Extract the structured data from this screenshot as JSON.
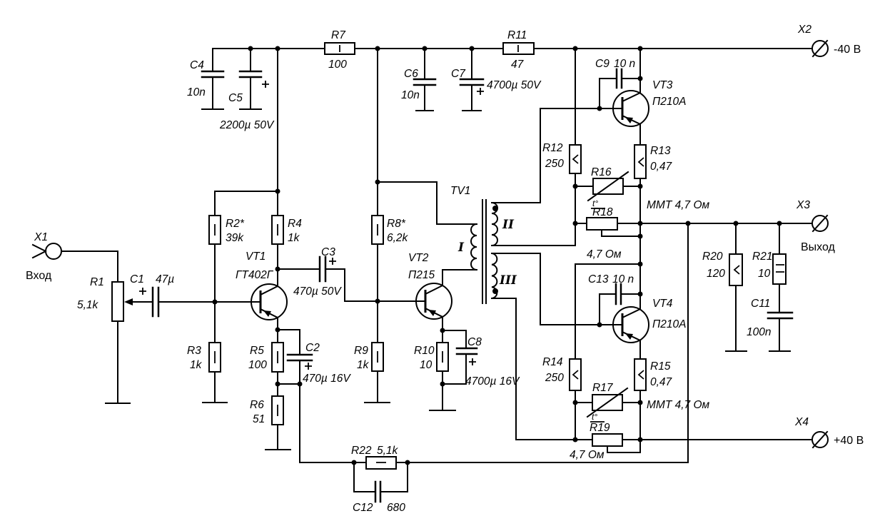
{
  "schematic": {
    "terminals": {
      "X1": {
        "ref": "X1",
        "label": "Вход"
      },
      "X2": {
        "ref": "X2",
        "label": "-40 В"
      },
      "X3": {
        "ref": "X3",
        "label": "Выход"
      },
      "X4": {
        "ref": "X4",
        "label": "+40 В"
      }
    },
    "transistors": {
      "VT1": {
        "ref": "VT1",
        "type": "ГТ402Г"
      },
      "VT2": {
        "ref": "VT2",
        "type": "П215"
      },
      "VT3": {
        "ref": "VT3",
        "type": "П210А"
      },
      "VT4": {
        "ref": "VT4",
        "type": "П210А"
      }
    },
    "transformer": {
      "ref": "TV1",
      "winding_primary": "I",
      "winding_upper": "II",
      "winding_lower": "III"
    },
    "resistors": {
      "R1": {
        "ref": "R1",
        "value": "5,1k"
      },
      "R2": {
        "ref": "R2*",
        "value": "39k"
      },
      "R3": {
        "ref": "R3",
        "value": "1k"
      },
      "R4": {
        "ref": "R4",
        "value": "1k"
      },
      "R5": {
        "ref": "R5",
        "value": "100"
      },
      "R6": {
        "ref": "R6",
        "value": "51"
      },
      "R7": {
        "ref": "R7",
        "value": "100"
      },
      "R8": {
        "ref": "R8*",
        "value": "6,2k"
      },
      "R9": {
        "ref": "R9",
        "value": "1k"
      },
      "R10": {
        "ref": "R10",
        "value": "10"
      },
      "R11": {
        "ref": "R11",
        "value": "47"
      },
      "R12": {
        "ref": "R12",
        "value": "250"
      },
      "R13": {
        "ref": "R13",
        "value": "0,47"
      },
      "R14": {
        "ref": "R14",
        "value": "250"
      },
      "R15": {
        "ref": "R15",
        "value": "0,47"
      },
      "R16": {
        "ref": "R16",
        "value": "ММТ 4,7 Ом",
        "temp_mark": "t°"
      },
      "R17": {
        "ref": "R17",
        "value": "ММТ 4,7 Ом",
        "temp_mark": "t°"
      },
      "R18": {
        "ref": "R18",
        "value": "4,7 Ом"
      },
      "R19": {
        "ref": "R19",
        "value": "4,7 Ом"
      },
      "R20": {
        "ref": "R20",
        "value": "120"
      },
      "R21": {
        "ref": "R21",
        "value": "10"
      },
      "R22": {
        "ref": "R22",
        "value": "5,1k"
      }
    },
    "capacitors": {
      "C1": {
        "ref": "C1",
        "value": "47µ"
      },
      "C2": {
        "ref": "C2",
        "value": "470µ 16V"
      },
      "C3": {
        "ref": "C3",
        "value": "470µ 50V"
      },
      "C4": {
        "ref": "C4",
        "value": "10n"
      },
      "C5": {
        "ref": "C5",
        "value": "2200µ 50V"
      },
      "C6": {
        "ref": "C6",
        "value": "10n"
      },
      "C7": {
        "ref": "C7",
        "value": "4700µ 50V"
      },
      "C8": {
        "ref": "C8",
        "value": "4700µ 16V"
      },
      "C9": {
        "ref": "C9",
        "value": "10 n"
      },
      "C11": {
        "ref": "C11",
        "value": "100n"
      },
      "C12": {
        "ref": "C12",
        "value": "680"
      },
      "C13": {
        "ref": "C13",
        "value": "10 n"
      }
    }
  }
}
